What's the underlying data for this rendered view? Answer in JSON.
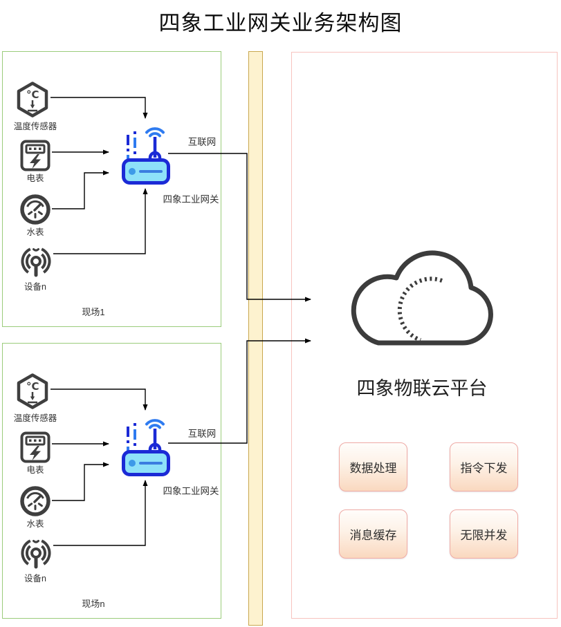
{
  "title": "四象工业网关业务架构图",
  "sites": [
    {
      "name": "现场1",
      "link_label": "互联网",
      "gateway_label": "四象工业网关",
      "devices": [
        {
          "label": "温度传感器"
        },
        {
          "label": "电表"
        },
        {
          "label": "水表"
        },
        {
          "label": "设备n"
        }
      ]
    },
    {
      "name": "现场n",
      "link_label": "互联网",
      "gateway_label": "四象工业网关",
      "devices": [
        {
          "label": "温度传感器"
        },
        {
          "label": "电表"
        },
        {
          "label": "水表"
        },
        {
          "label": "设备n"
        }
      ]
    }
  ],
  "cloud": {
    "platform_label": "四象物联云平台",
    "capabilities": [
      {
        "label": "数据处理"
      },
      {
        "label": "指令下发"
      },
      {
        "label": "消息缓存"
      },
      {
        "label": "无限并发"
      }
    ]
  },
  "colors": {
    "site_border": "#9acc7a",
    "barrier_fill": "#fdf2cf",
    "barrier_border": "#c8a74e",
    "cloud_panel_border": "#f7c3be",
    "capability_border": "#efaaa5",
    "capability_fill": "#fad8bf",
    "router_outline": "#1b2ad6",
    "router_screen": "#8ee1f9",
    "wifi_blue": "#2f7bf0",
    "icon_gray": "#3f3f3f"
  }
}
